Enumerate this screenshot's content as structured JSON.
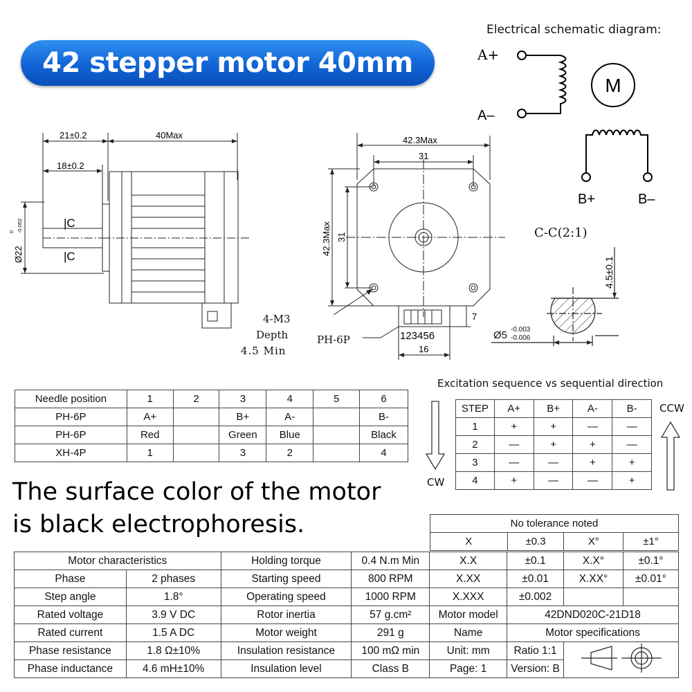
{
  "title": "42 stepper motor 40mm",
  "schematic": {
    "caption": "Electrical schematic diagram:",
    "a_plus": "A+",
    "a_minus": "A–",
    "motor": "M",
    "b_plus": "B+",
    "b_minus": "B–"
  },
  "side_view": {
    "dim_21": "21±0.2",
    "dim_40": "40Max",
    "dim_18": "18±0.2",
    "shaft_dia": "Ø22",
    "shaft_tol_upper": "0",
    "shaft_tol_lower": "-0.052",
    "section_mark": "|C"
  },
  "front_view": {
    "dim_width": "42.3Max",
    "dim_hole": "31",
    "dim_height": "42.3Max",
    "dim_vhole": "31",
    "dim_conn_h": "7",
    "dim_conn_w": "16",
    "connector_pins": "123456",
    "connector": "PH-6P",
    "holes_1": "4-M3",
    "holes_2": "Depth",
    "holes_3": "4.5 Min"
  },
  "section": {
    "label": "C-C(2:1)",
    "flat": "4.5±0.1",
    "dia": "Ø5",
    "tol_upper": "-0.003",
    "tol_lower": "-0.006"
  },
  "pin_table": {
    "header": [
      "Needle position",
      "1",
      "2",
      "3",
      "4",
      "5",
      "6"
    ],
    "rows": [
      [
        "PH-6P",
        "A+",
        "",
        "B+",
        "A-",
        "",
        "B-"
      ],
      [
        "PH-6P",
        "Red",
        "",
        "Green",
        "Blue",
        "",
        "Black"
      ],
      [
        "XH-4P",
        "1",
        "",
        "3",
        "2",
        "",
        "4"
      ]
    ]
  },
  "excitation": {
    "title": "Excitation sequence vs sequential direction",
    "header": [
      "STEP",
      "A+",
      "B+",
      "A-",
      "B-"
    ],
    "rows": [
      [
        "1",
        "+",
        "+",
        "—",
        "—"
      ],
      [
        "2",
        "—",
        "+",
        "+",
        "—"
      ],
      [
        "3",
        "—",
        "—",
        "+",
        "+"
      ],
      [
        "4",
        "+",
        "—",
        "—",
        "+"
      ]
    ],
    "cw": "CW",
    "ccw": "CCW"
  },
  "surface_note": {
    "line1": "The surface color of the motor",
    "line2": "is black electrophoresis."
  },
  "tolerance": {
    "title": "No tolerance noted",
    "rows": [
      [
        "X",
        "±0.3",
        "X°",
        "±1°"
      ],
      [
        "X.X",
        "±0.1",
        "X.X°",
        "±0.1°"
      ],
      [
        "X.XX",
        "±0.01",
        "X.XX°",
        "±0.01°"
      ],
      [
        "X.XXX",
        "±0.002",
        "",
        ""
      ]
    ]
  },
  "specs": {
    "header": "Motor characteristics",
    "left": [
      [
        "Phase",
        "2 phases"
      ],
      [
        "Step angle",
        "1.8°"
      ],
      [
        "Rated voltage",
        "3.9 V DC"
      ],
      [
        "Rated current",
        "1.5 A DC"
      ],
      [
        "Phase resistance",
        "1.8 Ω±10%"
      ],
      [
        "Phase inductance",
        "4.6 mH±10%"
      ]
    ],
    "mid": [
      [
        "Holding torque",
        "0.4 N.m Min"
      ],
      [
        "Starting speed",
        "800 RPM"
      ],
      [
        "Operating speed",
        "1000 RPM"
      ],
      [
        "Rotor inertia",
        "57 g.cm²"
      ],
      [
        "Motor weight",
        "291 g"
      ],
      [
        "Insulation resistance",
        "100 mΩ min"
      ],
      [
        "Insulation level",
        "Class B"
      ]
    ],
    "model_label": "Motor model",
    "model_value": "42DND020C-21D18",
    "name_label": "Name",
    "name_value": "Motor specifications",
    "unit": "Unit: mm",
    "ratio": "Ratio 1:1",
    "page": "Page: 1",
    "version": "Version: B"
  }
}
